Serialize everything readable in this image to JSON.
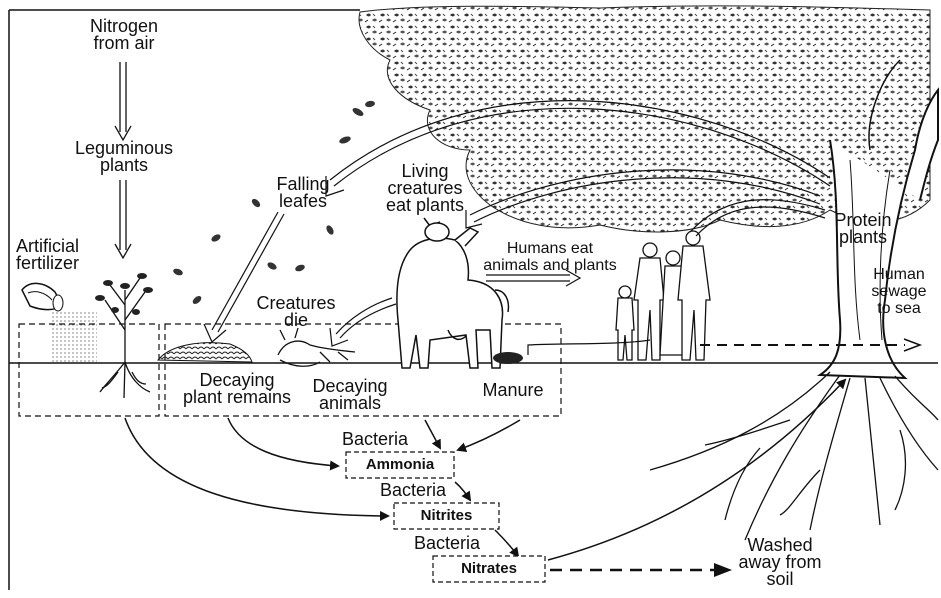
{
  "labels": {
    "nitrogen_from_air": "Nitrogen\nfrom air",
    "leguminous_plants": "Leguminous\nplants",
    "artificial_fertilizer": "Artificial\nfertilizer",
    "falling_leafes": "Falling\nleafes",
    "living_creatures": "Living\ncreatures\neat plants",
    "protein_plants": "Protein\nplants",
    "humans_eat": "Humans eat\nanimals and plants",
    "human_sewage": "Human\nsewage\nto sea",
    "creatures_die": "Creatures\ndie",
    "decaying_plant_remains": "Decaying\nplant remains",
    "decaying_animals": "Decaying\nanimals",
    "manure": "Manure",
    "bacteria_1": "Bacteria",
    "bacteria_2": "Bacteria",
    "bacteria_3": "Bacteria",
    "washed_away": "Washed\naway from\nsoil"
  },
  "boxes": {
    "ammonia": "Ammonia",
    "nitrites": "Nitrites",
    "nitrates": "Nitrates"
  }
}
